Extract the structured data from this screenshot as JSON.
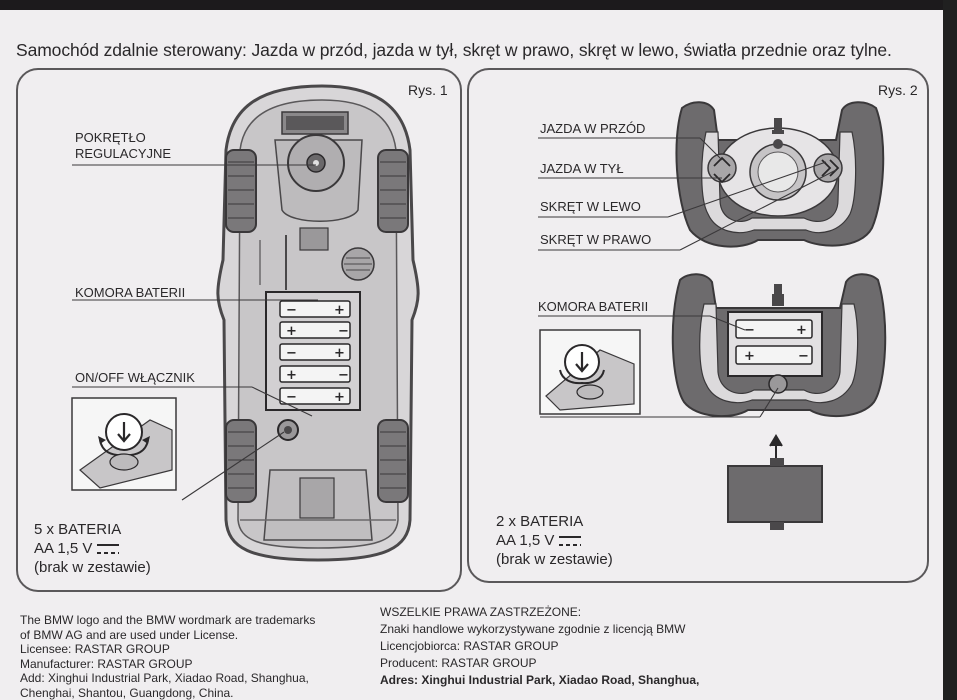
{
  "heading": "Samochód zdalnie sterowany: Jazda w przód, jazda w tył, skręt w prawo, skręt w lewo, światła przednie oraz tylne.",
  "figure1": {
    "caption": "Rys. 1",
    "labels": {
      "knob_line1": "POKRĘTŁO",
      "knob_line2": "REGULACYJNE",
      "battery": "KOMORA BATERII",
      "switch": "ON/OFF WŁĄCZNIK"
    },
    "battery_spec": {
      "line1": "5 x BATERIA",
      "line2": "AA 1,5 V",
      "line3": "(brak w zestawie)"
    }
  },
  "figure2": {
    "caption": "Rys. 2",
    "labels": {
      "forward": "JAZDA W PRZÓD",
      "backward": "JAZDA W TYŁ",
      "left": "SKRĘT W LEWO",
      "right": "SKRĘT W PRAWO",
      "battery": "KOMORA BATERII"
    },
    "battery_spec": {
      "line1": "2 x BATERIA",
      "line2": "AA 1,5 V",
      "line3": "(brak w zestawie)"
    }
  },
  "footer_en": [
    "The BMW logo and the BMW wordmark are trademarks",
    "of BMW AG and are used under License.",
    "Licensee: RASTAR GROUP",
    "Manufacturer: RASTAR GROUP",
    "Add: Xinghui Industrial Park, Xiadao Road, Shanghua,",
    "Chenghai, Shantou, Guangdong, China."
  ],
  "footer_pl": [
    "WSZELKIE PRAWA ZASTRZEŻONE:",
    "Znaki handlowe wykorzystywane zgodnie z licencją BMW",
    "Licencjobiorca: RASTAR GROUP",
    "Producent: RASTAR GROUP",
    "Adres: Xinghui Industrial Park, Xiadao Road, Shanghua,"
  ],
  "colors": {
    "ink": "#2a282a",
    "steering_gray": "#6d6b6d",
    "paper": "#f0eef0"
  }
}
